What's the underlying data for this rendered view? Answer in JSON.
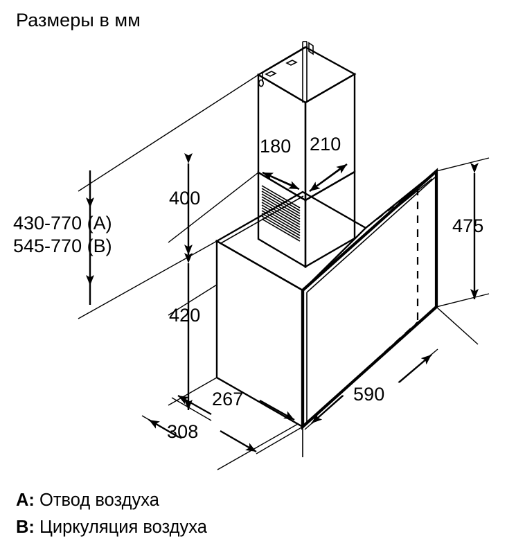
{
  "title": "Размеры в мм",
  "units": "мм",
  "dimensions": {
    "height_range_a": "430-770 (A)",
    "height_range_b": "545-770 (B)",
    "chimney_depth": "180",
    "chimney_width": "210",
    "chimney_height": "400",
    "body_height": "420",
    "panel_height": "475",
    "body_depth": "267",
    "overall_depth": "308",
    "width": "590"
  },
  "legend": [
    {
      "key": "A:",
      "text": "Отвод воздуха"
    },
    {
      "key": "B:",
      "text": "Циркуляция воздуха"
    }
  ],
  "chart_data": {
    "type": "table",
    "title": "Размеры в мм",
    "categories": [
      "430-770 (A)",
      "545-770 (B)",
      "180",
      "210",
      "400",
      "420",
      "475",
      "267",
      "308",
      "590"
    ],
    "values": [
      770,
      770,
      180,
      210,
      400,
      420,
      475,
      267,
      308,
      590
    ],
    "xlabel": "",
    "ylabel": "мм"
  },
  "icons": {
    "grille": "vent-grille-icon",
    "arrow": "dimension-arrow-icon"
  }
}
